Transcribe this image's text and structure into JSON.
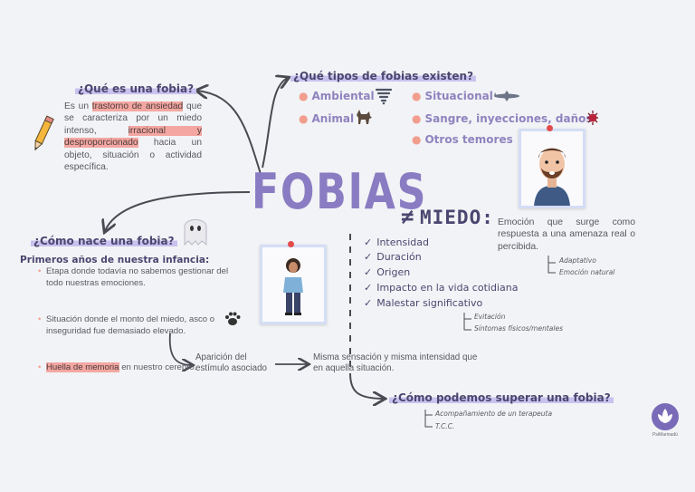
{
  "center": {
    "title": "FOBIAS",
    "neq": "≠",
    "miedo": "MIEDO:"
  },
  "que_es": {
    "heading": "¿Qué es una fobia?",
    "p1": "Es un ",
    "h1": "trastorno de ansiedad",
    "p2": " que se caracteriza por un miedo intenso, ",
    "h2": "irracional y desproporcionado",
    "p3": " hacia un objeto, situación o actividad específica."
  },
  "tipos": {
    "heading": "¿Qué tipos de fobias existen?",
    "items": [
      "Ambiental",
      "Animal",
      "Situacional",
      "Sangre, inyecciones, daños",
      "Otros temores"
    ]
  },
  "miedo_def": {
    "text": "Emoción que surge como respuesta a una amenaza real o percibida.",
    "sub": [
      "Adaptativo",
      "Emoción natural"
    ]
  },
  "nace": {
    "heading": "¿Cómo nace una fobia?",
    "subheading": "Primeros años de nuestra infancia:",
    "bullets": [
      "Etapa donde todavía no sabemos gestionar del todo nuestras emociones.",
      "Situación donde el monto del miedo, asco o inseguridad fue demasiado elevado."
    ],
    "b3_highlight": "Huella de memoria",
    "b3_rest": " en nuestro cerebro."
  },
  "diferencias": {
    "items": [
      "Intensidad",
      "Duración",
      "Origen",
      "Impacto en la vida cotidiana",
      "Malestar significativo"
    ],
    "sub": [
      "Evitación",
      "Síntomas físicos/mentales"
    ]
  },
  "flow": {
    "aparicion": "Aparición del estímulo asociado",
    "misma": "Misma sensación y misma intensidad que en aquella situación."
  },
  "superar": {
    "heading": "¿Cómo podemos superar una fobia?",
    "items": [
      "Acompañamiento de un terapeuta",
      "T.C.C."
    ]
  },
  "brand": {
    "text": "PsiMarinadü"
  },
  "colors": {
    "accent": "#8a7cc2",
    "highlight": "#f4a7a2",
    "heading_bg": "#c9c2ee",
    "bullet": "#f29e8e"
  },
  "icons": [
    "pencil-icon",
    "ghost-icon",
    "paw-icon",
    "tornado-icon",
    "airplane-icon",
    "wolf-icon",
    "virus-icon",
    "lotus-logo-icon"
  ]
}
